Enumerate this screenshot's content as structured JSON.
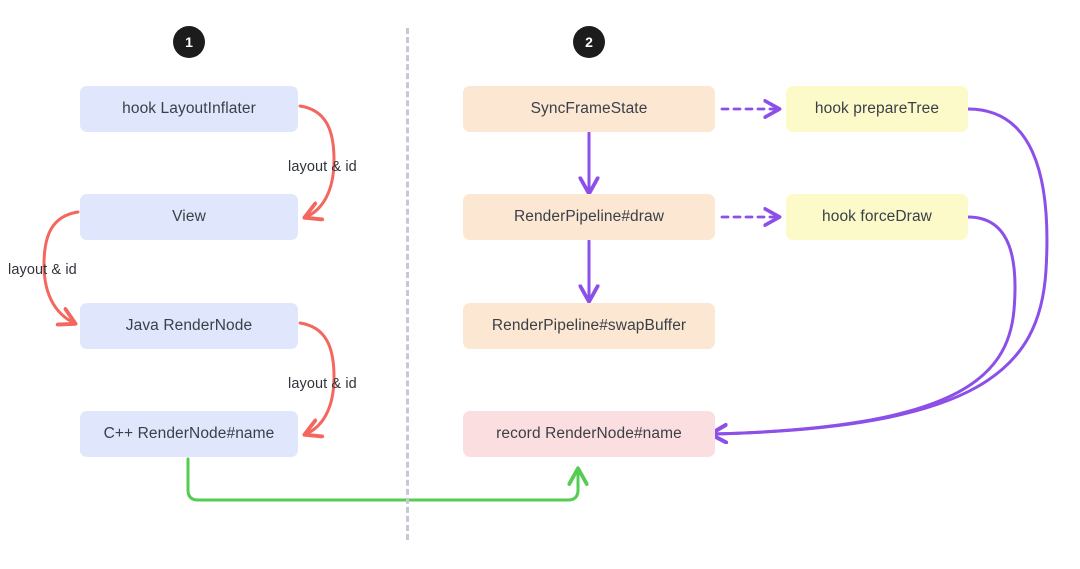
{
  "diagram": {
    "title_hidden": "",
    "colors": {
      "blue_node": "#e0e6fb",
      "orange_node": "#fbe7d2",
      "yellow_node": "#fcfac9",
      "pink_node": "#fbdedf",
      "red_arrow": "#f4675f",
      "purple_arrow": "#8c4fe8",
      "green_arrow": "#56cc52",
      "divider": "#c5c9d2",
      "badge_bg": "#1c1c1c",
      "text": "#3b4048"
    },
    "badges": [
      {
        "label": "1"
      },
      {
        "label": "2"
      }
    ],
    "left_column": {
      "nodes": [
        {
          "id": "hook-layoutinflater",
          "label": "hook LayoutInflater"
        },
        {
          "id": "view",
          "label": "View"
        },
        {
          "id": "java-rendernode",
          "label": "Java RenderNode"
        },
        {
          "id": "cpp-rendernode-name",
          "label": "C++ RenderNode#name"
        }
      ]
    },
    "right_column": {
      "pipeline_nodes": [
        {
          "id": "syncframestate",
          "label": "SyncFrameState"
        },
        {
          "id": "renderpipeline-draw",
          "label": "RenderPipeline#draw"
        },
        {
          "id": "renderpipeline-swapbuffer",
          "label": "RenderPipeline#swapBuffer"
        }
      ],
      "hook_nodes": [
        {
          "id": "hook-preparetree",
          "label": "hook prepareTree"
        },
        {
          "id": "hook-forcedraw",
          "label": "hook forceDraw"
        }
      ],
      "record_node": {
        "id": "record-rendernode-name",
        "label": "record RenderNode#name"
      }
    },
    "edge_labels": [
      {
        "id": "label-1",
        "text": "layout & id"
      },
      {
        "id": "label-2",
        "text": "layout & id"
      },
      {
        "id": "label-3",
        "text": "layout & id"
      }
    ]
  }
}
